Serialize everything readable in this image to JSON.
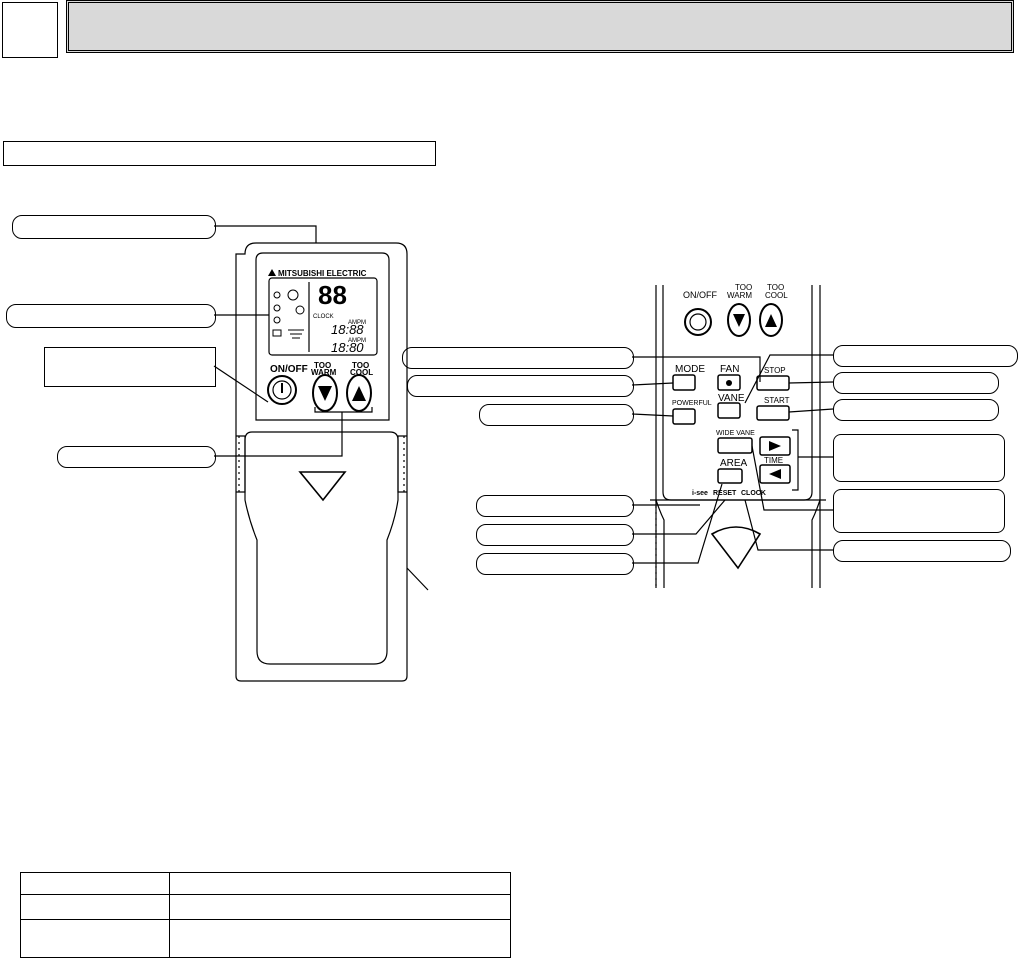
{
  "remote_left": {
    "brand": "MITSUBISHI ELECTRIC",
    "display_temp": "88",
    "display_clock_label": "CLOCK",
    "display_time_top": "18:88",
    "display_time_bottom": "18:80",
    "display_ampm_top": "AMPM",
    "display_ampm_bottom": "AMPM",
    "on_off_label": "ON/OFF",
    "too_warm_label_1": "TOO",
    "too_warm_label_2": "WARM",
    "too_cool_label_1": "TOO",
    "too_cool_label_2": "COOL"
  },
  "remote_right": {
    "on_off_label": "ON/OFF",
    "too_warm_label_1": "TOO",
    "too_warm_label_2": "WARM",
    "too_cool_label_1": "TOO",
    "too_cool_label_2": "COOL",
    "mode_label": "MODE",
    "fan_label": "FAN",
    "vane_label": "VANE",
    "powerful_label": "POWERFUL",
    "stop_label": "STOP",
    "start_label": "START",
    "wide_vane_label": "WIDE VANE",
    "time_label": "TIME",
    "area_label": "AREA",
    "i_see_label": "i-see",
    "reset_label": "RESET",
    "clock_label": "CLOCK"
  },
  "icons": [
    "power-icon",
    "down-arrow-icon",
    "up-arrow-icon",
    "fan-icon",
    "vane-icon",
    "timer-icon",
    "play-right-icon",
    "play-left-icon",
    "mitsubishi-logo"
  ]
}
